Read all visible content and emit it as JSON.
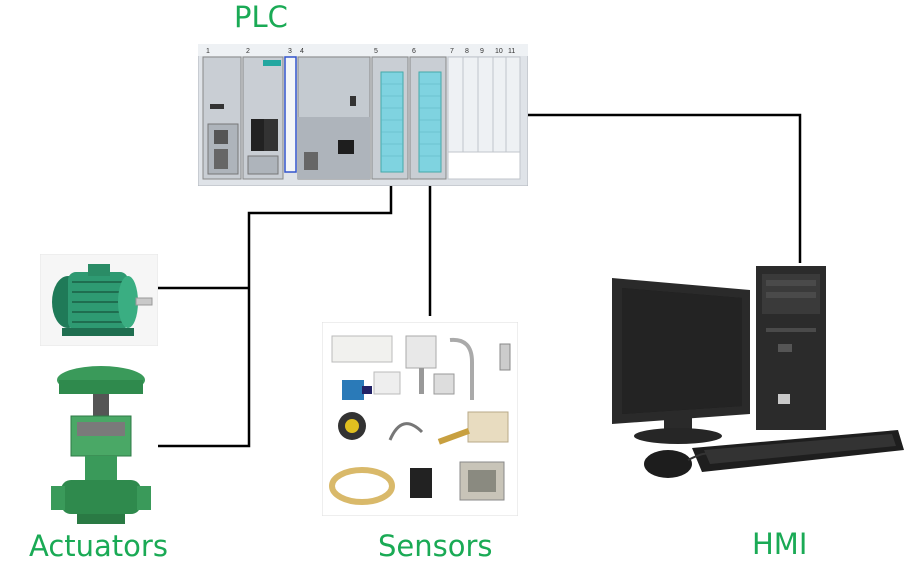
{
  "labels": {
    "plc": "PLC",
    "actuators": "Actuators",
    "sensors": "Sensors",
    "hmi": "HMI"
  },
  "plc": {
    "slot_numbers": [
      "1",
      "2",
      "3",
      "4",
      "5",
      "6",
      "7",
      "8",
      "9",
      "10",
      "11"
    ]
  },
  "colors": {
    "label": "#1aaa55",
    "wire": "#000000",
    "motor": "#2e9a72",
    "valve": "#3a9a5a",
    "rack_bg": "#dfe3e8",
    "io_module": "#7fd3e0"
  },
  "icons": [
    "plc-rack-icon",
    "motor-icon",
    "valve-actuator-icon",
    "sensors-collage-icon",
    "computer-icon"
  ]
}
